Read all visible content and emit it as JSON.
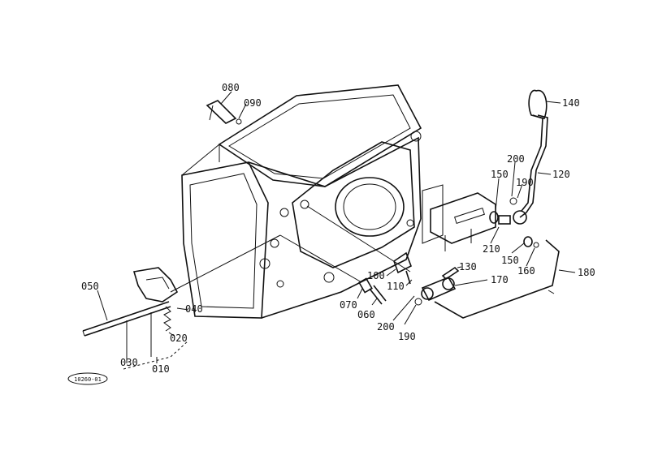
{
  "diagram": {
    "callouts": {
      "p010": "010",
      "p020": "020",
      "p030": "030",
      "p040": "040",
      "p050": "050",
      "p060": "060",
      "p070": "070",
      "p080": "080",
      "p090": "090",
      "p100": "100",
      "p110": "110",
      "p120": "120",
      "p130": "130",
      "p140": "140",
      "p150a": "150",
      "p150b": "150",
      "p160": "160",
      "p170": "170",
      "p180": "180",
      "p190a": "190",
      "p190b": "190",
      "p200a": "200",
      "p200b": "200",
      "p210": "210"
    },
    "figure_code": "10260-01"
  }
}
